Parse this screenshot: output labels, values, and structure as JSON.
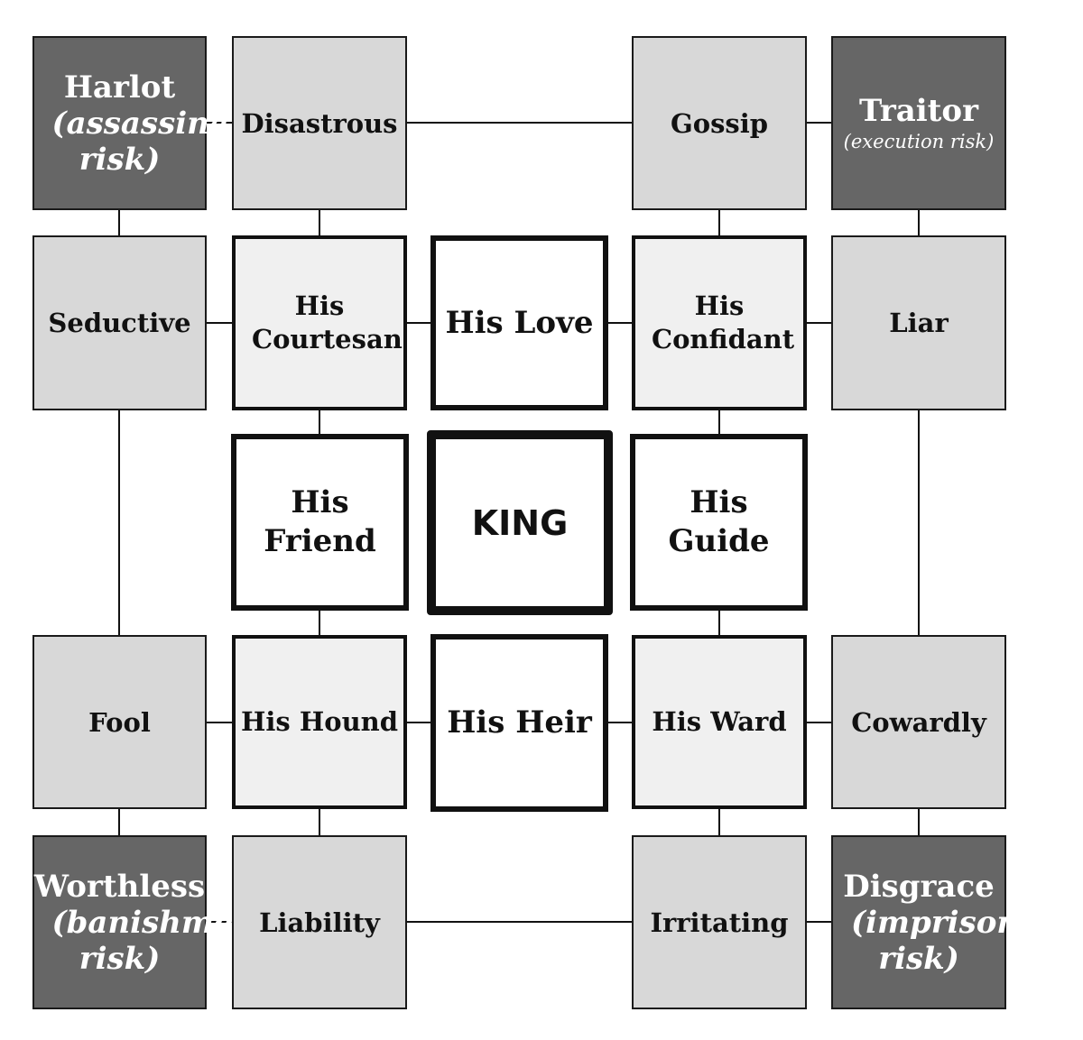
{
  "boxes": {
    "harlot": {
      "title": "Harlot",
      "subtitle": "(assassination risk)"
    },
    "disastrous": {
      "title": "Disastrous"
    },
    "gossip": {
      "title": "Gossip"
    },
    "traitor": {
      "title": "Traitor",
      "subtitle": "(execution risk)"
    },
    "seductive": {
      "title": "Seductive"
    },
    "courtesan": {
      "title": "His Courtesan"
    },
    "love": {
      "title": "His Love"
    },
    "confidant": {
      "title": "His Confidant"
    },
    "liar": {
      "title": "Liar"
    },
    "friend": {
      "title": "His Friend"
    },
    "king": {
      "title": "KING"
    },
    "guide": {
      "title": "His Guide"
    },
    "fool": {
      "title": "Fool"
    },
    "hound": {
      "title": "His Hound"
    },
    "heir": {
      "title": "His Heir"
    },
    "ward": {
      "title": "His Ward"
    },
    "cowardly": {
      "title": "Cowardly"
    },
    "worthless": {
      "title": "Worthless",
      "subtitle": "(banishment risk)"
    },
    "liability": {
      "title": "Liability"
    },
    "irritating": {
      "title": "Irritating"
    },
    "disgrace": {
      "title": "Disgrace",
      "subtitle": "(imprisonment risk)"
    }
  },
  "colors": {
    "dark_fill": "#666666",
    "mid_fill": "#d8d8d8",
    "light_fill": "#f0f0f0",
    "white_fill": "#ffffff",
    "stroke": "#111111"
  }
}
